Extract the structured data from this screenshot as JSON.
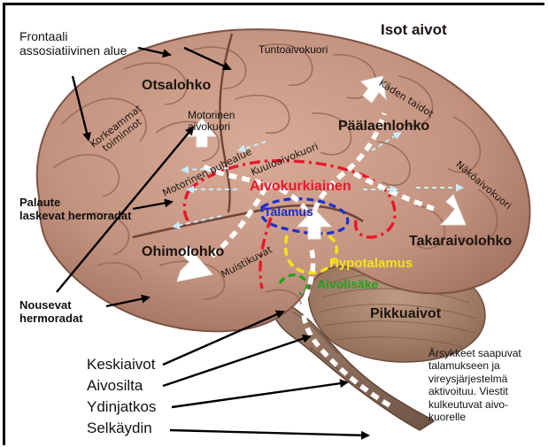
{
  "colors": {
    "cortex": "#c79a86",
    "cortex_dark": "#8f6453",
    "cerebellum": "#a9876f",
    "brainstem": "#8e6f5e",
    "path_red": "#e8182a",
    "thalamus_blue": "#1a2fd0",
    "hypothalamus_yellow": "#f2e21a",
    "pituitary_green": "#1aa51a",
    "arrow_white": "#ffffff",
    "arrow_cyan": "#bfe8ff",
    "pointer_black": "#000000"
  },
  "labels": {
    "title": "Isot aivot",
    "frontal_assoc": [
      "Frontaali",
      "assosiatiivinen alue"
    ],
    "sensory_cortex": "Tuntoaivokuori",
    "frontal_lobe": "Otsalohko",
    "motor_cortex": [
      "Motorinen",
      "aivokuori"
    ],
    "higher_functions": [
      "Korkeammat",
      "toiminnot"
    ],
    "hand_skills": "Käden taidot",
    "parietal_lobe": "Päälaenlohko",
    "motor_speech": "Motorinen puhealue",
    "auditory_cortex": "Kuuloaivokuori",
    "visual_cortex": "Näköaivokuori",
    "feedback": [
      "Palaute",
      "laskevat hermoradat"
    ],
    "brain_cortex": "Aivokurkiainen",
    "thalamus": "Talamus",
    "occipital_lobe": "Takaraivolohko",
    "temporal_lobe": "Ohimolohko",
    "memory_images": "Muistikuvat",
    "hypothalamus": "Hypotalamus",
    "pituitary": "Aivolisäke",
    "ascending": [
      "Nousevat",
      "hermoradat"
    ],
    "cerebellum": "Pikkuaivot",
    "midbrain": "Keskiaivot",
    "pons": "Aivosilta",
    "medulla": "Ydinjatkos",
    "spinal_cord": "Selkäydin",
    "note": "Ärsykkeet saapuvat talamukseen ja vireysjärjestelmä aktivoituu. Viestit kulkeutuvat aivo-kuorelle"
  }
}
